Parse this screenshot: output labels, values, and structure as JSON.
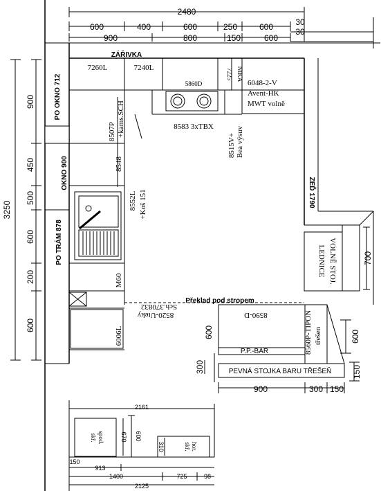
{
  "top_dims": {
    "total": "2480",
    "row1": [
      "600",
      "400",
      "600",
      "250",
      "600"
    ],
    "row1_right": "30",
    "row2": [
      "900",
      "800",
      "150",
      "600"
    ],
    "row2_right": "30"
  },
  "left_dims": {
    "total": "3250",
    "segments": [
      "900",
      "450",
      "500",
      "600",
      "200",
      "600"
    ]
  },
  "walls": {
    "okno_712": "PO OKNO 712",
    "okno_900": "OKNO 900",
    "tram_878": "PO TRÁM 878",
    "zed_1790": "ZEĎ 1790"
  },
  "top_labels": {
    "zarivka": "ZÁŘIVKA",
    "c7260l": "7260L",
    "c7240l": "7240L",
    "c5860d": "5860D",
    "c7225": "7225",
    "nika": "NIKA",
    "avent1": "6048-2-V",
    "avent2": "Avent-HK",
    "avent3": "MWT volně",
    "tbx": "8583 3xTBX"
  },
  "left_labels": {
    "c8507p": "8507P",
    "kamsch": "+kams.SCH",
    "c8548": "8548",
    "c8552l": "8552L",
    "kos": "+Koš 151",
    "m60": "M60",
    "c6006l": "6006L",
    "sch": "Sch.370832",
    "c8520": "8520-Uteky"
  },
  "center_labels": {
    "c8515v": "8515V+",
    "beavysuv": "Bea výsuv",
    "preklad": "Překlad pod stropem",
    "lednice1": "VOLNĚ STOJ.",
    "lednice2": "LEDNICE",
    "c8590d": "8590-D",
    "tipon1": "8560P-TIPON",
    "tipon2": "třešen",
    "ppbar": "P.P.-BAR",
    "stojka": "PEVNÁ STOJKA BARU TŘEŠEŇ"
  },
  "right_dims": {
    "d700": "700",
    "d600r": "600",
    "d150": "150",
    "bar600": "600",
    "bar300": "300",
    "b900": "900",
    "b300": "300",
    "b150": "150"
  },
  "elevation": {
    "d2161": "2161",
    "d600a": "600",
    "d670": "670",
    "d310": "310",
    "d150": "150",
    "d913": "913",
    "d1400": "1400",
    "d725": "725",
    "d98": "98",
    "d2125": "2125",
    "spod1": "spod.",
    "spod2": "skř.",
    "hor1": "hor.",
    "hor2": "skř."
  }
}
